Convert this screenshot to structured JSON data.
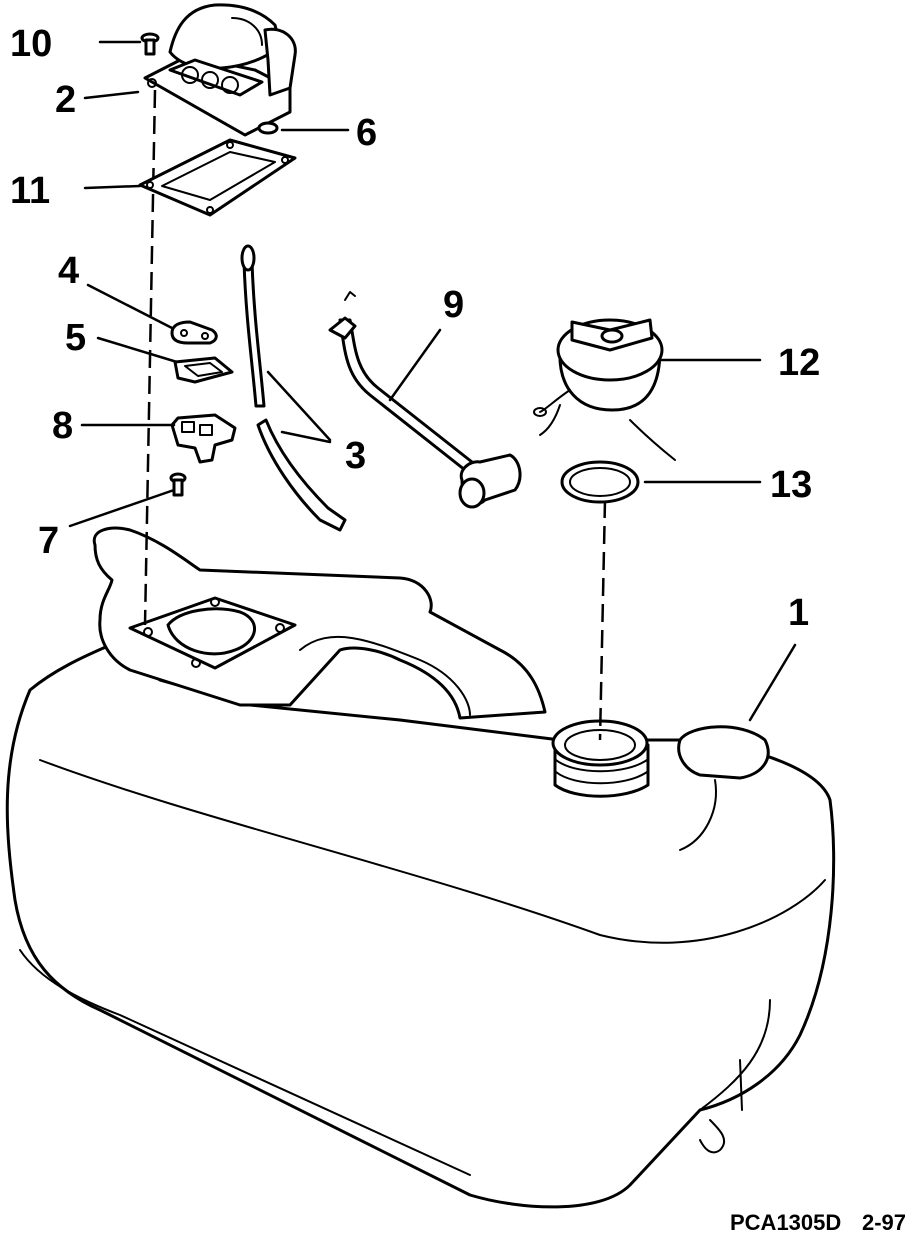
{
  "callouts": [
    "10",
    "2",
    "6",
    "11",
    "4",
    "5",
    "8",
    "7",
    "3",
    "9",
    "12",
    "13",
    "1"
  ],
  "footer": {
    "figure_code": "PCA1305D",
    "page_ref": "2-97"
  }
}
